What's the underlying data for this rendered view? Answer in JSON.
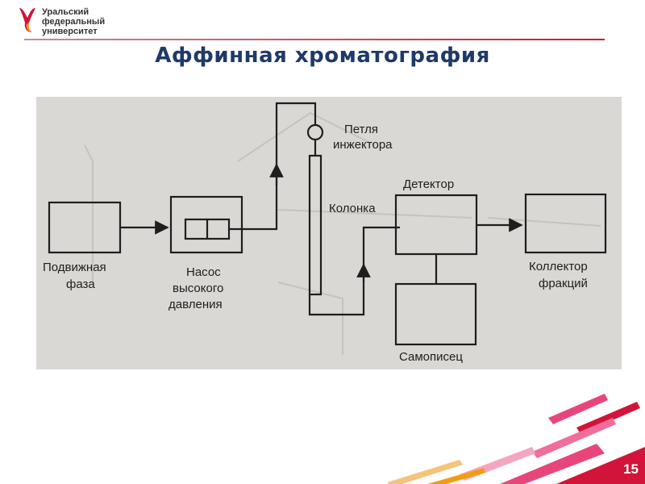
{
  "logo": {
    "line1": "Уральский",
    "line2": "федеральный",
    "line3": "университет"
  },
  "title": "Аффинная хроматография",
  "diagram": {
    "labels": {
      "mobile_phase_1": "Подвижная",
      "mobile_phase_2": "фаза",
      "pump_1": "Насос",
      "pump_2": "высокого",
      "pump_3": "давления",
      "injector_1": "Петля",
      "injector_2": "инжектора",
      "column": "Колонка",
      "detector": "Детектор",
      "collector_1": "Коллектор",
      "collector_2": "фракций",
      "recorder": "Самописец"
    }
  },
  "colors": {
    "title": "#1f3a68",
    "accent": "#d2143a",
    "photo_bg": "#d9d8d4",
    "line": "#1e1e1e"
  },
  "page_number": "15"
}
